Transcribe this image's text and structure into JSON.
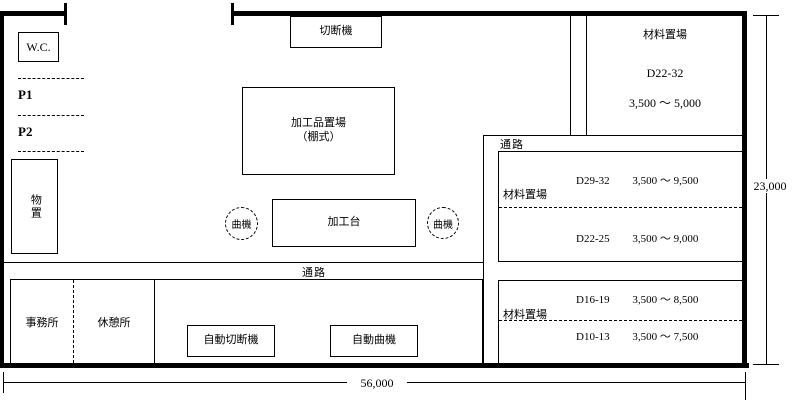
{
  "plan": {
    "wc": "W.C.",
    "p1": "P1",
    "p2": "P2",
    "storage": "物置",
    "cutter": "切断機",
    "processed_storage": "加工品置場",
    "processed_storage_sub": "（棚式）",
    "work_table": "加工台",
    "bender": "曲機",
    "aisle": "通路",
    "office": "事務所",
    "rest_room": "休憩所",
    "auto_cutter": "自動切断機",
    "auto_bender": "自動曲機",
    "areas": {
      "top": {
        "label": "材料置場",
        "code": "D22-32",
        "range": "3,500 ～ 5,000"
      },
      "middle": {
        "label": "材料置場",
        "row1": {
          "code": "D29-32",
          "range": "3,500 ～ 9,500"
        },
        "row2": {
          "code": "D22-25",
          "range": "3,500 ～ 9,000"
        }
      },
      "bottom": {
        "label": "材料置場",
        "row1": {
          "code": "D16-19",
          "range": "3,500 ～ 8,500"
        },
        "row2": {
          "code": "D10-13",
          "range": "3,500 ～ 7,500"
        }
      }
    },
    "dim_width": "56,000",
    "dim_height": "23,000"
  }
}
